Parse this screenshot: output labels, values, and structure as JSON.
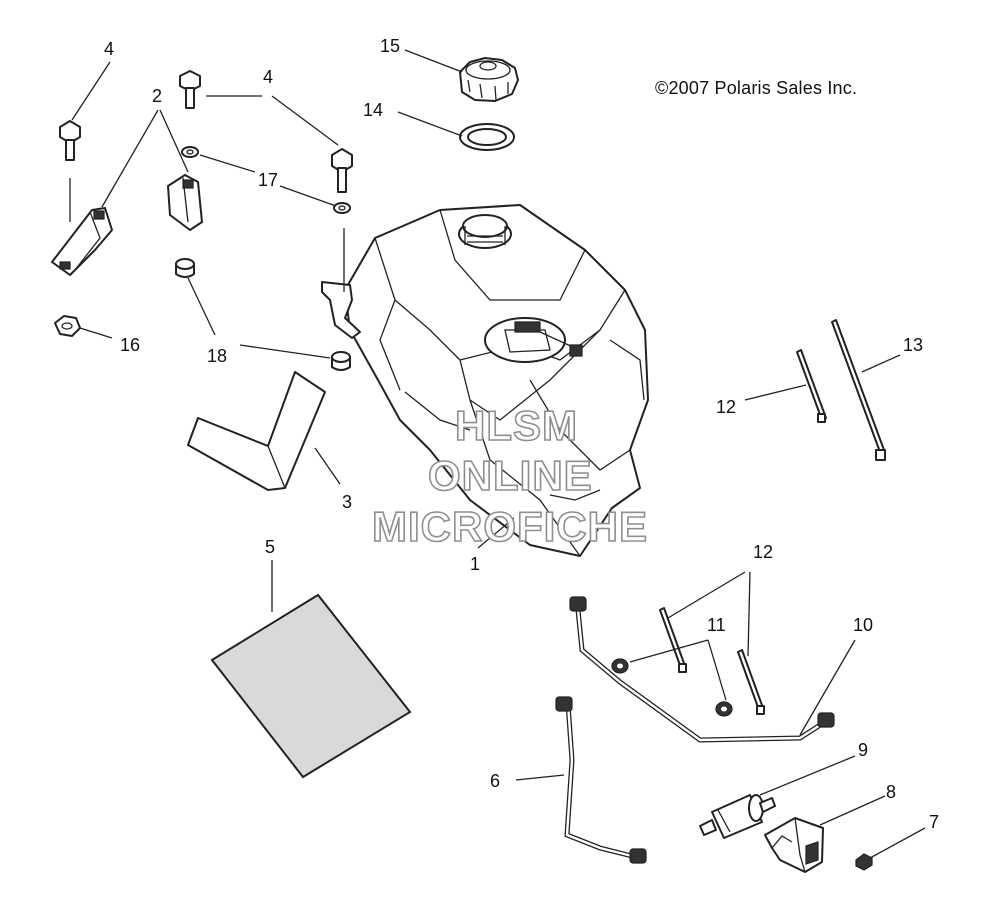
{
  "copyright": "©2007 Polaris Sales Inc.",
  "watermark": {
    "line1": "HLSM",
    "line2": "ONLINE",
    "line3": "MICROFICHE"
  },
  "callouts": {
    "c1": "1",
    "c2": "2",
    "c3": "3",
    "c4a": "4",
    "c4b": "4",
    "c5": "5",
    "c6": "6",
    "c7": "7",
    "c8": "8",
    "c9": "9",
    "c10": "10",
    "c11": "11",
    "c12a": "12",
    "c12b": "12",
    "c13": "13",
    "c14": "14",
    "c15": "15",
    "c16": "16",
    "c17": "17",
    "c18": "18"
  }
}
